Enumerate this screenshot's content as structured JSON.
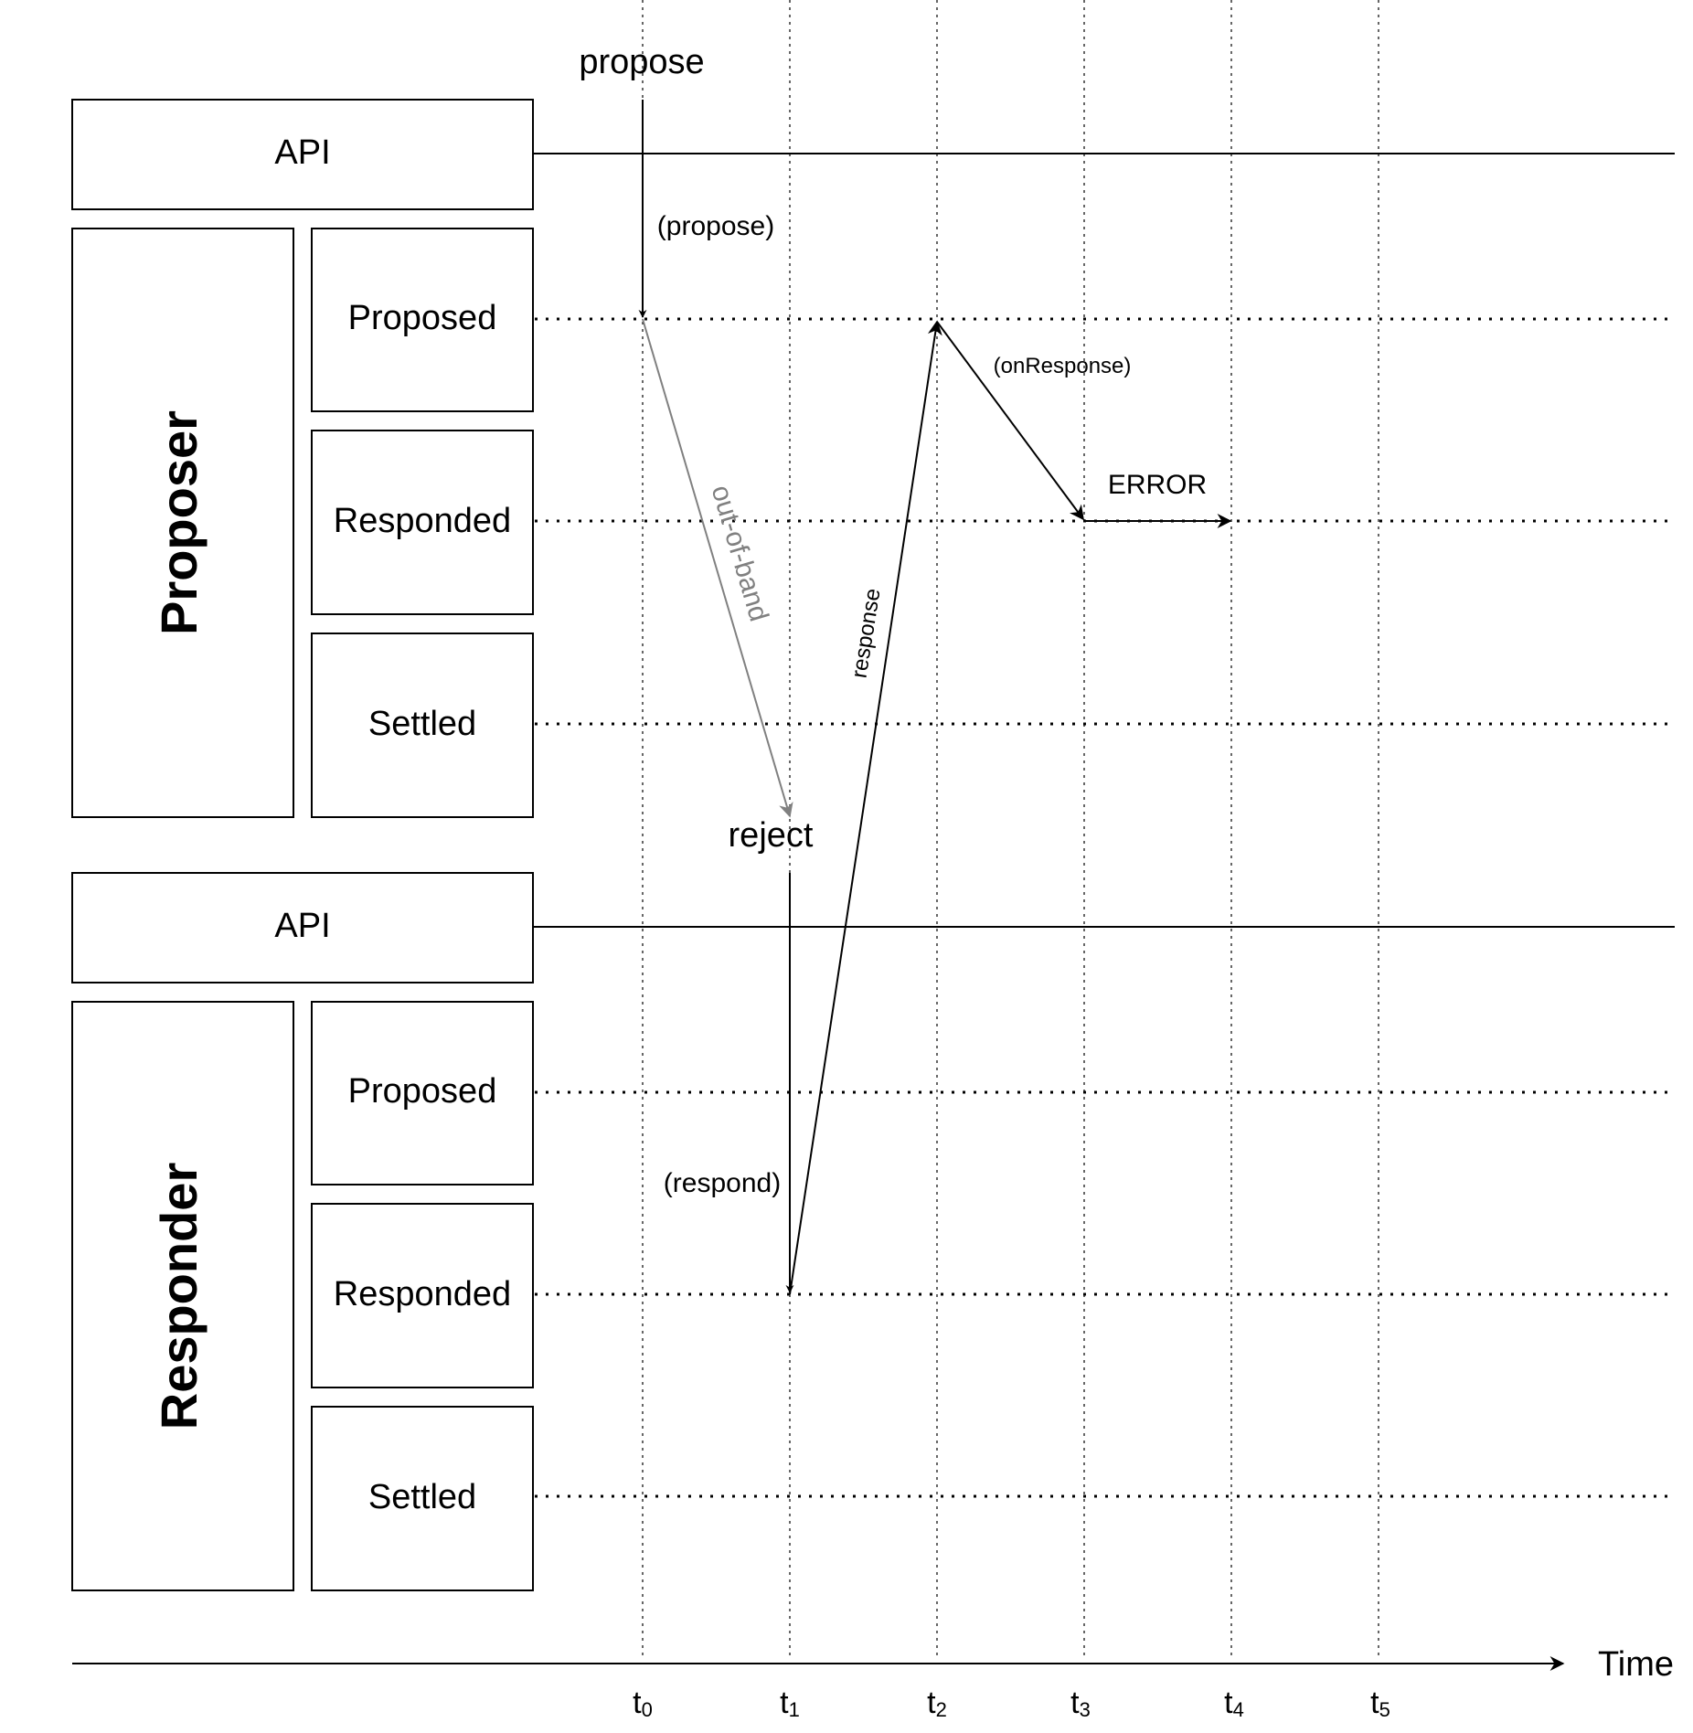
{
  "proposer": {
    "title": "Proposer",
    "api": "API",
    "states": [
      "Proposed",
      "Responded",
      "Settled"
    ]
  },
  "responder": {
    "title": "Responder",
    "api": "API",
    "states": [
      "Proposed",
      "Responded",
      "Settled"
    ]
  },
  "events": {
    "propose": "propose",
    "propose_call": "(propose)",
    "out_of_band": "out-of-band",
    "reject": "reject",
    "respond_call": "(respond)",
    "response": "response",
    "on_response": "(onResponse)",
    "error": "ERROR"
  },
  "time_axis": {
    "label": "Time",
    "ticks": [
      {
        "base": "t",
        "sub": "0"
      },
      {
        "base": "t",
        "sub": "1"
      },
      {
        "base": "t",
        "sub": "2"
      },
      {
        "base": "t",
        "sub": "3"
      },
      {
        "base": "t",
        "sub": "4"
      },
      {
        "base": "t",
        "sub": "5"
      }
    ]
  },
  "colors": {
    "line": "#000000",
    "out_of_band": "#808080"
  }
}
